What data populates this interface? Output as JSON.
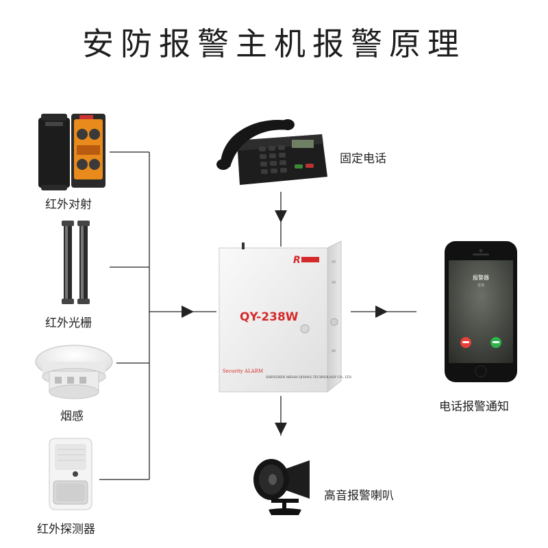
{
  "title": "安防报警主机报警原理",
  "inputs": [
    {
      "label": "红外对射",
      "icon": "infrared-beam-detector-icon"
    },
    {
      "label": "红外光栅",
      "icon": "infrared-grating-icon"
    },
    {
      "label": "烟感",
      "icon": "smoke-detector-icon"
    },
    {
      "label": "红外探测器",
      "icon": "pir-motion-detector-icon"
    }
  ],
  "telephone": {
    "label": "固定电话",
    "icon": "desk-phone-icon"
  },
  "host": {
    "model": "QY-238W",
    "footer_left": "Security ALARM",
    "footer_right": "SHENZHEN MEIAN QIYANG TECHNOLOGY CO., LTD.",
    "icon": "alarm-host-panel-icon"
  },
  "phone": {
    "label": "电话报警通知",
    "caller": "报警器",
    "subtitle": "住宅",
    "icon": "smartphone-icon"
  },
  "speaker": {
    "label": "高音报警喇叭",
    "icon": "horn-speaker-icon"
  },
  "colors": {
    "line": "#222222",
    "accent_red": "#d42a2a",
    "answer_green": "#2fb34a",
    "decline_red": "#e8403a"
  }
}
